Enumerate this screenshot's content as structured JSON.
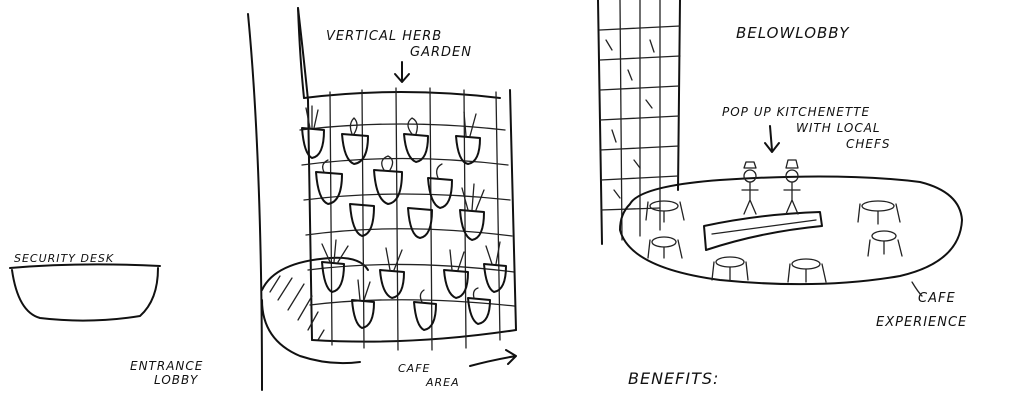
{
  "labels": {
    "vertical_herb_garden": [
      "VERTICAL HERB",
      "GARDEN"
    ],
    "below_lobby": "BELOWLOBBY",
    "pop_up_kitchenette": [
      "POP UP KITCHENETTE",
      "WITH LOCAL",
      "CHEFS"
    ],
    "security_desk": "SECURITY DESK",
    "entrance_lobby": [
      "ENTRANCE",
      "LOBBY"
    ],
    "cafe_area": [
      "CAFE",
      "AREA"
    ],
    "cafe_experience": [
      "CAFE",
      "EXPERIENCE"
    ],
    "benefits": "BENEFITS:"
  }
}
